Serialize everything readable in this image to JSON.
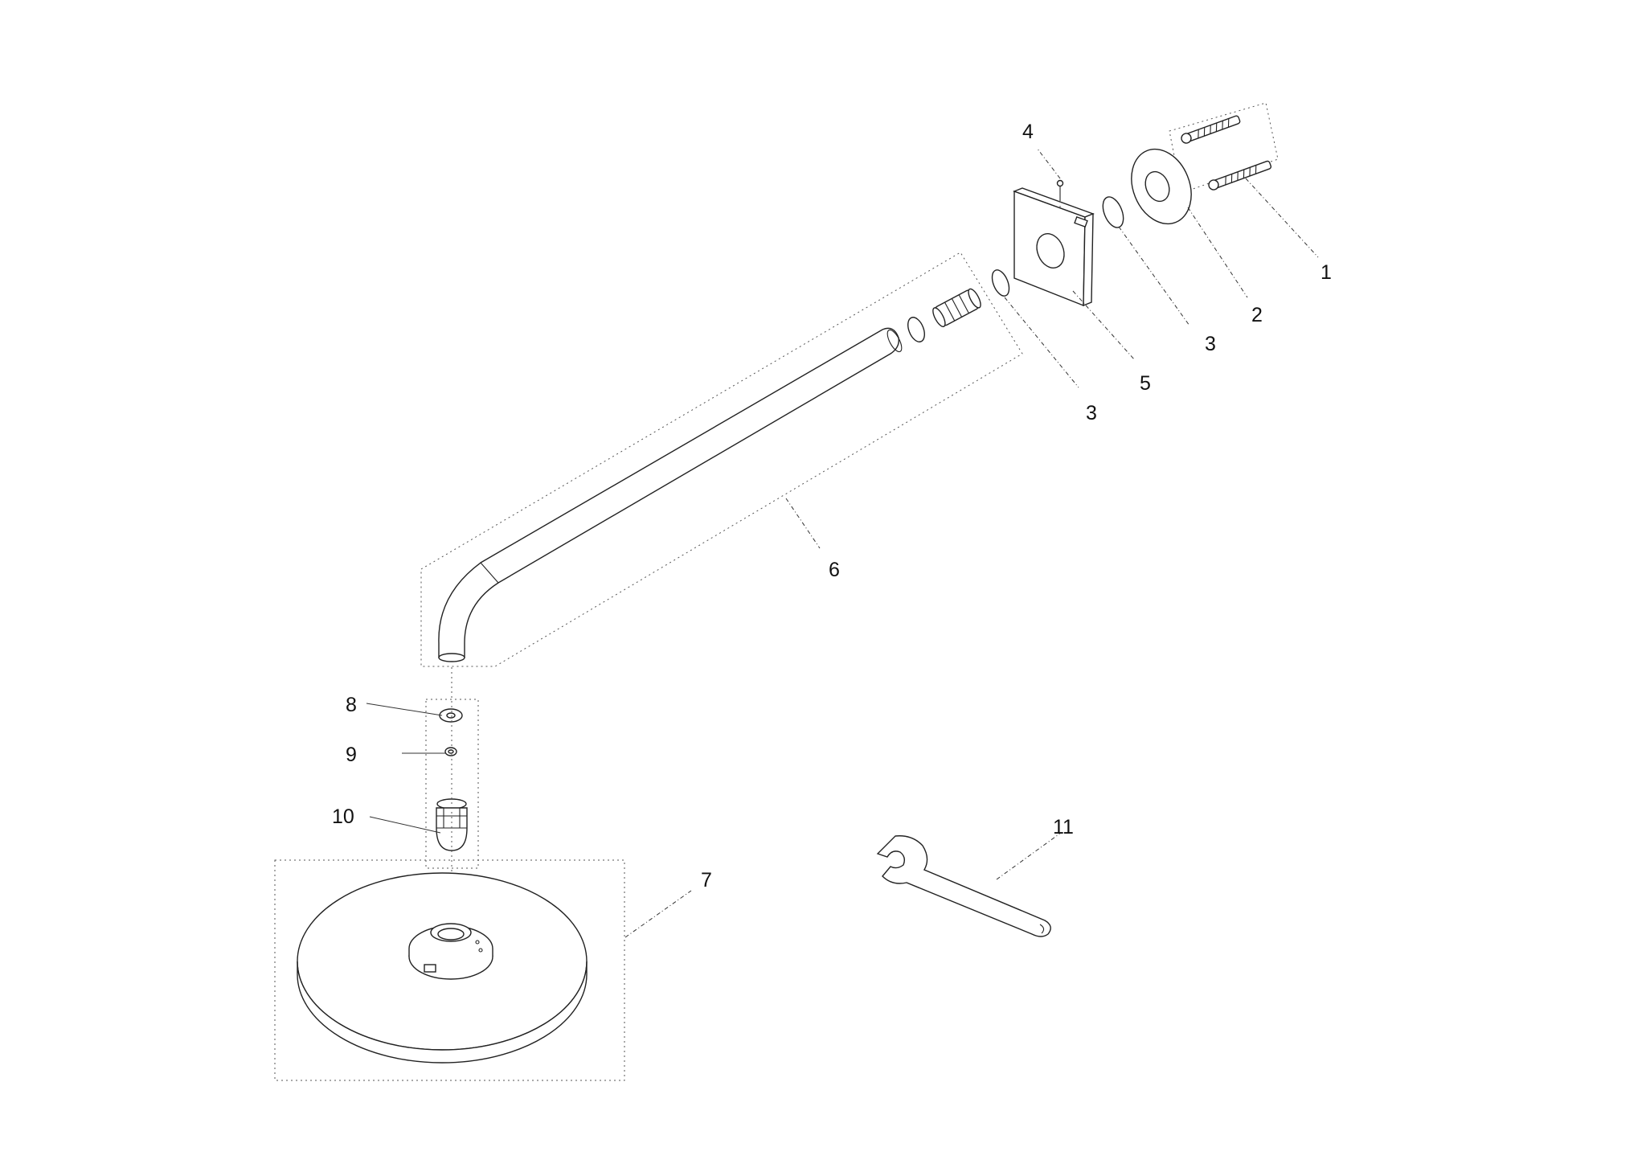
{
  "diagram": {
    "type": "exploded-parts-diagram",
    "callouts": [
      "1",
      "2",
      "3",
      "3",
      "4",
      "5",
      "6",
      "7",
      "8",
      "9",
      "10",
      "11"
    ]
  }
}
